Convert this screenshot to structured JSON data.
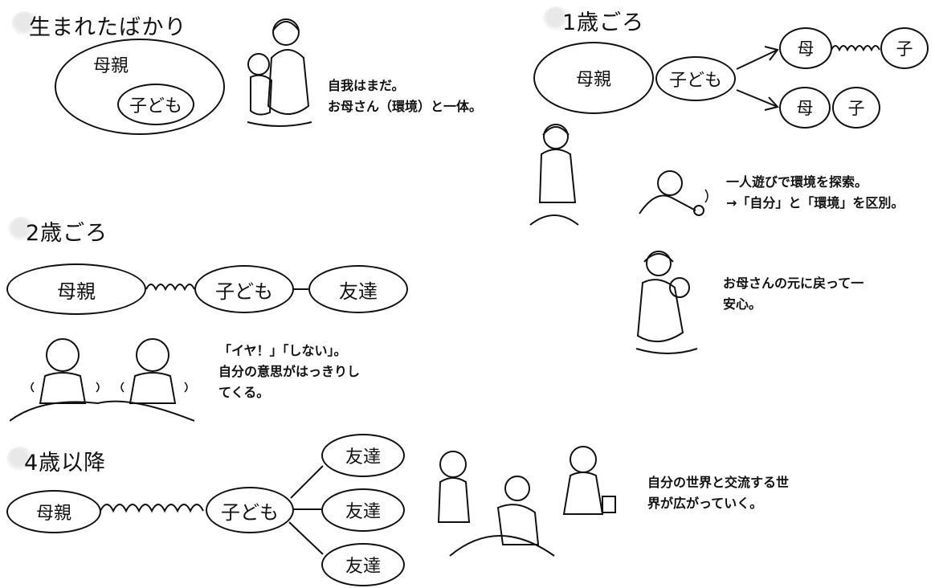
{
  "sections": {
    "newborn": {
      "title": "生まれたばかり",
      "outer_label": "母親",
      "inner_label": "子ども",
      "note": [
        "自我はまだ。",
        "お母さん（環境）と一体。"
      ]
    },
    "age1": {
      "title": "1歳ごろ",
      "mother_label": "母親",
      "child_label": "子ども",
      "top_pair": [
        "母",
        "子"
      ],
      "bottom_pair": [
        "母",
        "子"
      ],
      "note_explore": [
        "一人遊びで環境を探索。",
        "→「自分」と「環境」を区別。"
      ],
      "note_return": [
        "お母さんの元に戻って一",
        "安心。"
      ]
    },
    "age2": {
      "title": "2歳ごろ",
      "nodes": [
        "母親",
        "子ども",
        "友達"
      ],
      "note": [
        "「イヤ！」「しない」。",
        "自分の意思がはっきりし",
        "てくる。"
      ]
    },
    "age4": {
      "title": "4歳以降",
      "mother_label": "母親",
      "child_label": "子ども",
      "friends": [
        "友達",
        "友達",
        "友達"
      ],
      "note": [
        "自分の世界と交流する世",
        "界が広がっていく。"
      ]
    }
  }
}
